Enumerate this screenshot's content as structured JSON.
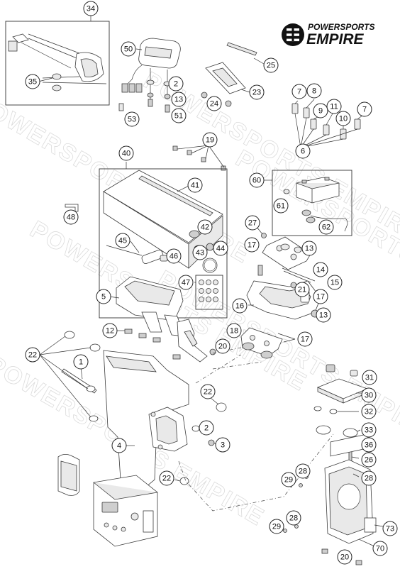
{
  "brand": {
    "line1": "POWERSPORTS",
    "line2": "EMPIRE",
    "icon": "empire-logo-icon"
  },
  "watermark": {
    "text": "POWERSPORTS EMPIRE"
  },
  "callouts": [
    {
      "id": "c34",
      "label": "34"
    },
    {
      "id": "c50",
      "label": "50"
    },
    {
      "id": "c25",
      "label": "25"
    },
    {
      "id": "c35",
      "label": "35"
    },
    {
      "id": "c2a",
      "label": "2"
    },
    {
      "id": "c13a",
      "label": "13"
    },
    {
      "id": "c51",
      "label": "51"
    },
    {
      "id": "c53",
      "label": "53"
    },
    {
      "id": "c23",
      "label": "23"
    },
    {
      "id": "c24",
      "label": "24"
    },
    {
      "id": "c7a",
      "label": "7"
    },
    {
      "id": "c8",
      "label": "8"
    },
    {
      "id": "c9",
      "label": "9"
    },
    {
      "id": "c11",
      "label": "11"
    },
    {
      "id": "c10",
      "label": "10"
    },
    {
      "id": "c7b",
      "label": "7"
    },
    {
      "id": "c6",
      "label": "6"
    },
    {
      "id": "c19",
      "label": "19"
    },
    {
      "id": "c40",
      "label": "40"
    },
    {
      "id": "c41",
      "label": "41"
    },
    {
      "id": "c60",
      "label": "60"
    },
    {
      "id": "c61",
      "label": "61"
    },
    {
      "id": "c62",
      "label": "62"
    },
    {
      "id": "c48",
      "label": "48"
    },
    {
      "id": "c42",
      "label": "42"
    },
    {
      "id": "c43",
      "label": "43"
    },
    {
      "id": "c44",
      "label": "44"
    },
    {
      "id": "c45",
      "label": "45"
    },
    {
      "id": "c46",
      "label": "46"
    },
    {
      "id": "c27",
      "label": "27"
    },
    {
      "id": "c17a",
      "label": "17"
    },
    {
      "id": "c13b",
      "label": "13"
    },
    {
      "id": "c14",
      "label": "14"
    },
    {
      "id": "c15",
      "label": "15"
    },
    {
      "id": "c47",
      "label": "47"
    },
    {
      "id": "c21",
      "label": "21"
    },
    {
      "id": "c17b",
      "label": "17"
    },
    {
      "id": "c5",
      "label": "5"
    },
    {
      "id": "c16",
      "label": "16"
    },
    {
      "id": "c13c",
      "label": "13"
    },
    {
      "id": "c12",
      "label": "12"
    },
    {
      "id": "c18",
      "label": "18"
    },
    {
      "id": "c17c",
      "label": "17"
    },
    {
      "id": "c20a",
      "label": "20"
    },
    {
      "id": "c22a",
      "label": "22"
    },
    {
      "id": "c1",
      "label": "1"
    },
    {
      "id": "c22b",
      "label": "22"
    },
    {
      "id": "c31",
      "label": "31"
    },
    {
      "id": "c30",
      "label": "30"
    },
    {
      "id": "c32",
      "label": "32"
    },
    {
      "id": "c33",
      "label": "33"
    },
    {
      "id": "c2b",
      "label": "2"
    },
    {
      "id": "c3",
      "label": "3"
    },
    {
      "id": "c4",
      "label": "4"
    },
    {
      "id": "c36",
      "label": "36"
    },
    {
      "id": "c26",
      "label": "26"
    },
    {
      "id": "c28a",
      "label": "28"
    },
    {
      "id": "c29a",
      "label": "29"
    },
    {
      "id": "c28b",
      "label": "28"
    },
    {
      "id": "c22c",
      "label": "22"
    },
    {
      "id": "c28c",
      "label": "28"
    },
    {
      "id": "c29b",
      "label": "29"
    },
    {
      "id": "c73",
      "label": "73"
    },
    {
      "id": "c70",
      "label": "70"
    },
    {
      "id": "c20b",
      "label": "20"
    }
  ]
}
